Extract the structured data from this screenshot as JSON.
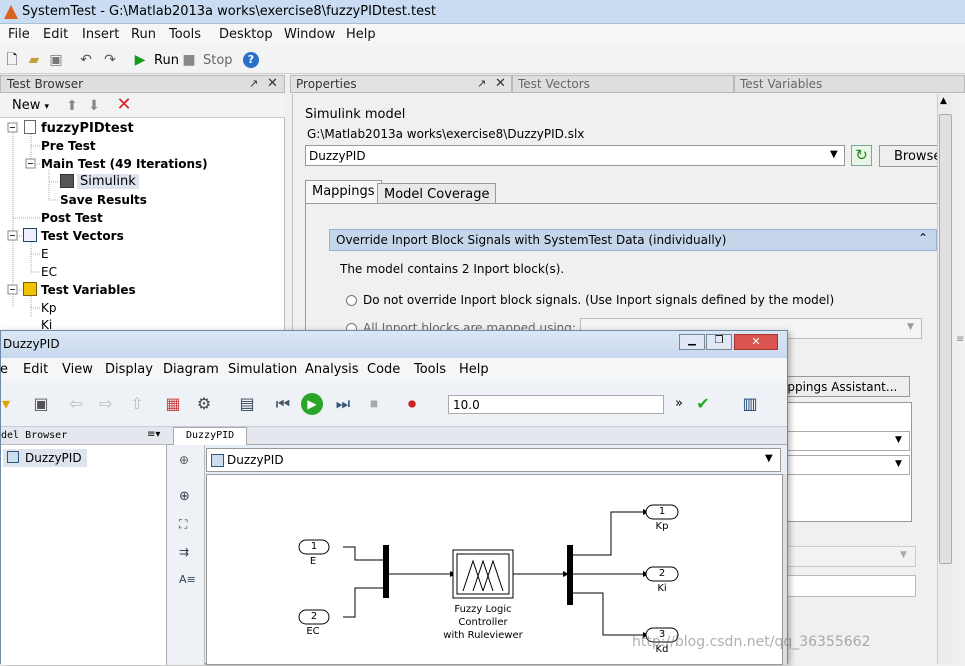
{
  "main": {
    "title": "SystemTest - G:\\Matlab2013a works\\exercise8\\fuzzyPIDtest.test",
    "menu": [
      "File",
      "Edit",
      "Insert",
      "Run",
      "Tools",
      "Desktop",
      "Window",
      "Help"
    ],
    "toolbar": {
      "run": "Run",
      "stop": "Stop"
    }
  },
  "test_browser": {
    "title": "Test Browser",
    "new_label": "New",
    "tree": {
      "root": "fuzzyPIDtest",
      "pre": "Pre Test",
      "main": "Main Test (49 Iterations)",
      "simulink": "Simulink",
      "save": "Save Results",
      "post": "Post Test",
      "vectors": "Test Vectors",
      "e": "E",
      "ec": "EC",
      "variables": "Test Variables",
      "kp": "Kp",
      "ki": "Ki"
    }
  },
  "properties": {
    "tabs": [
      "Properties",
      "Test Vectors",
      "Test Variables"
    ],
    "model_label": "Simulink model",
    "model_path": "G:\\Matlab2013a works\\exercise8\\DuzzyPID.slx",
    "model_select": "DuzzyPID",
    "browse": "Browse",
    "subtabs": [
      "Mappings",
      "Model Coverage"
    ],
    "section_title": "Override Inport Block Signals with SystemTest Data (individually)",
    "inport_text": "The model contains 2 Inport block(s).",
    "radio1": "Do not override Inport block signals. (Use Inport signals defined by the model)",
    "radio2": "All Inport blocks are mapped using:",
    "assistant": "appings Assistant..."
  },
  "simulink": {
    "title": "DuzzyPID",
    "menu": [
      "e",
      "Edit",
      "View",
      "Display",
      "Diagram",
      "Simulation",
      "Analysis",
      "Code",
      "Tools",
      "Help"
    ],
    "stop_time": "10.0",
    "model_browser": "del Browser",
    "browser_item": "DuzzyPID",
    "tab": "DuzzyPID",
    "address": "DuzzyPID",
    "blocks": {
      "in1_num": "1",
      "in1_name": "E",
      "in2_num": "2",
      "in2_name": "EC",
      "fuzzy": [
        "Fuzzy Logic",
        "Controller",
        "with Ruleviewer"
      ],
      "out1_num": "1",
      "out1_name": "Kp",
      "out2_num": "2",
      "out2_name": "Ki",
      "out3_num": "3",
      "out3_name": "Kd"
    }
  },
  "watermark": "http://blog.csdn.net/qq_36355662"
}
